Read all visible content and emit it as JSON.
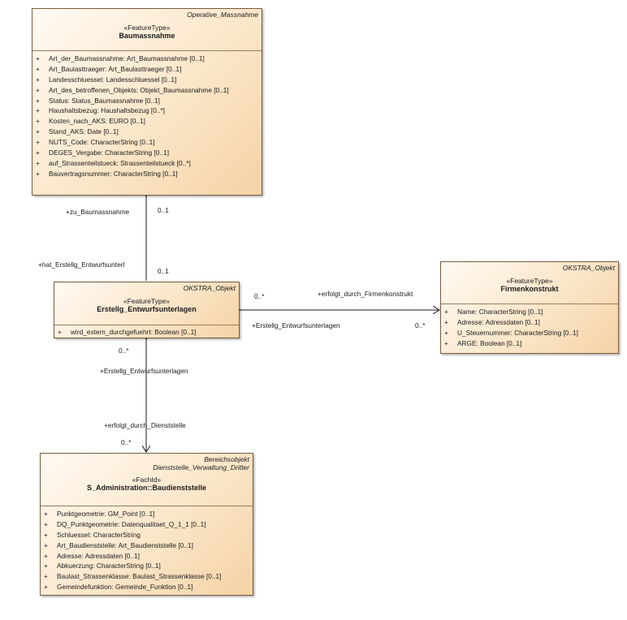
{
  "classes": {
    "baumassnahme": {
      "parent": "Operative_Massnahme",
      "stereotype": "«FeatureType»",
      "name": "Baumassnahme",
      "attributes": [
        {
          "vis": "+",
          "text": "Art_der_Baumassnahme: Art_Baumassnahme [0..1]"
        },
        {
          "vis": "+",
          "text": "Art_Baulasttraeger: Art_Baulasttraeger [0..1]"
        },
        {
          "vis": "+",
          "text": "Landesschluessel: Landesschluessel [0..1]"
        },
        {
          "vis": "+",
          "text": "Art_des_betroffenen_Objekts: Objekt_Baumassnahme [0..1]"
        },
        {
          "vis": "+",
          "text": "Status: Status_Baumassnahme [0..1]"
        },
        {
          "vis": "+",
          "text": "Haushaltsbezug: Haushaltsbezug [0..*]"
        },
        {
          "vis": "+",
          "text": "Kosten_nach_AKS: EURO [0..1]"
        },
        {
          "vis": "+",
          "text": "Stand_AKS: Date [0..1]"
        },
        {
          "vis": "+",
          "text": "NUTS_Code: CharacterString [0..1]"
        },
        {
          "vis": "+",
          "text": "DEGES_Vergabe: CharacterString [0..1]"
        },
        {
          "vis": "+",
          "text": "auf_Strassenteilstueck: Strassenteilstueck [0..*]"
        },
        {
          "vis": "+",
          "text": "Bauvertragsnummer: CharacterString [0..1]"
        }
      ]
    },
    "erstellg": {
      "parent": "OKSTRA_Objekt",
      "stereotype": "«FeatureType»",
      "name": "Erstellg_Entwurfsunterlagen",
      "attributes": [
        {
          "vis": "+",
          "text": "wird_extern_durchgefuehrt: Boolean [0..1]"
        }
      ]
    },
    "firmenkonstrukt": {
      "parent": "OKSTRA_Objekt",
      "stereotype": "«FeatureType»",
      "name": "Firmenkonstrukt",
      "attributes": [
        {
          "vis": "+",
          "text": "Name: CharacterString [0..1]"
        },
        {
          "vis": "+",
          "text": "Adresse: Adressdaten [0..1]"
        },
        {
          "vis": "+",
          "text": "U_Steuernummer: CharacterString [0..1]"
        },
        {
          "vis": "+",
          "text": "ARGE: Boolean [0..1]"
        }
      ]
    },
    "baudienststelle": {
      "parent_line1": "Bereichsobjekt",
      "parent_line2": "Dienststelle_Verwaltung_Dritter",
      "stereotype": "«FachId»",
      "name": "S_Administration::Baudienststelle",
      "attributes": [
        {
          "vis": "+",
          "text": "Punktgeometrie: GM_Point [0..1]"
        },
        {
          "vis": "+",
          "text": "DQ_Punktgeometrie: Datenqualitaet_Q_1_1 [0..1]"
        },
        {
          "vis": "+",
          "text": "Schluessel: CharacterString"
        },
        {
          "vis": "+",
          "text": "Art_Baudienststelle: Art_Baudienststelle [0..1]"
        },
        {
          "vis": "+",
          "text": "Adresse: Adressdaten [0..1]"
        },
        {
          "vis": "+",
          "text": "Abkuerzung: CharacterString [0..1]"
        },
        {
          "vis": "+",
          "text": "Baulast_Strassenklasse: Baulast_Strassenklasse [0..1]"
        },
        {
          "vis": "+",
          "text": "Gemeindefunktion: Gemeinde_Funktion [0..1]"
        }
      ]
    }
  },
  "associations": {
    "a1": {
      "role_top": "+zu_Baumassnahme",
      "mult_top": "0..1",
      "role_bottom": "+hat_Erstellg_Entwurfsunterl",
      "mult_bottom": "0..1"
    },
    "a2": {
      "role_left": "+Erstellg_Entwurfsunterlagen",
      "mult_left": "0..*",
      "role_right": "+erfolgt_durch_Firmenkonstrukt",
      "mult_right": "0..*"
    },
    "a3": {
      "role_top": "+Erstellg_Entwurfsunterlagen",
      "mult_top": "0..*",
      "role_bottom": "+erfolgt_durch_Dienststelle",
      "mult_bottom": "0..*"
    }
  }
}
